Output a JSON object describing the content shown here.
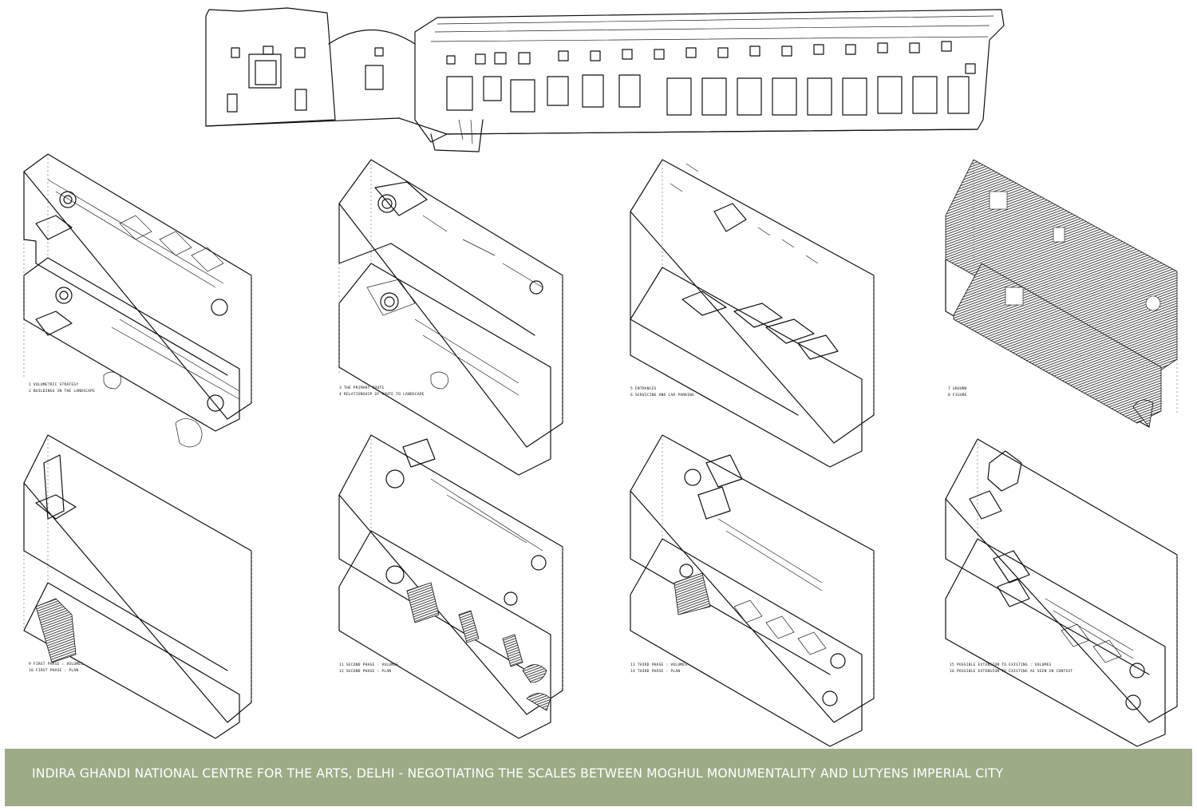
{
  "panels": [
    {
      "id": "p1",
      "captions": [
        "1  VOLUMETRIC STRATEGY",
        "2  BUILDINGS IN THE LANDSCAPE"
      ]
    },
    {
      "id": "p2",
      "captions": [
        "3  THE PRIMARY ROUTE",
        "4  RELATIONSHIP OF ROUTE TO LANDSCAPE"
      ]
    },
    {
      "id": "p3",
      "captions": [
        "5  ENTRANCES",
        "6  SERVICING AND CAR PARKING"
      ]
    },
    {
      "id": "p4",
      "captions": [
        "7  GROUND",
        "8  FIGURE"
      ]
    },
    {
      "id": "p5",
      "captions": [
        "9  FIRST PHASE : VOLUMES",
        "10  FIRST PHASE : PLAN"
      ]
    },
    {
      "id": "p6",
      "captions": [
        "11  SECOND PHASE : VOLUMES",
        "12  SECOND PHASE : PLAN"
      ]
    },
    {
      "id": "p7",
      "captions": [
        "13  THIRD PHASE : VOLUMES",
        "14  THIRD PHASE : PLAN"
      ]
    },
    {
      "id": "p8",
      "captions": [
        "15  POSSIBLE EXTENSION TO EXISTING : VOLUMES",
        "16  POSSIBLE EXTENSION TO EXISTING AS SEEN IN CONTEXT"
      ]
    }
  ],
  "footer": {
    "title": "INDIRA GHANDI NATIONAL CENTRE FOR THE ARTS, DELHI - NEGOTIATING THE SCALES BETWEEN MOGHUL MONUMENTALITY AND LUTYENS IMPERIAL CITY",
    "band_color": "#9dac87",
    "text_color": "#ffffff"
  }
}
